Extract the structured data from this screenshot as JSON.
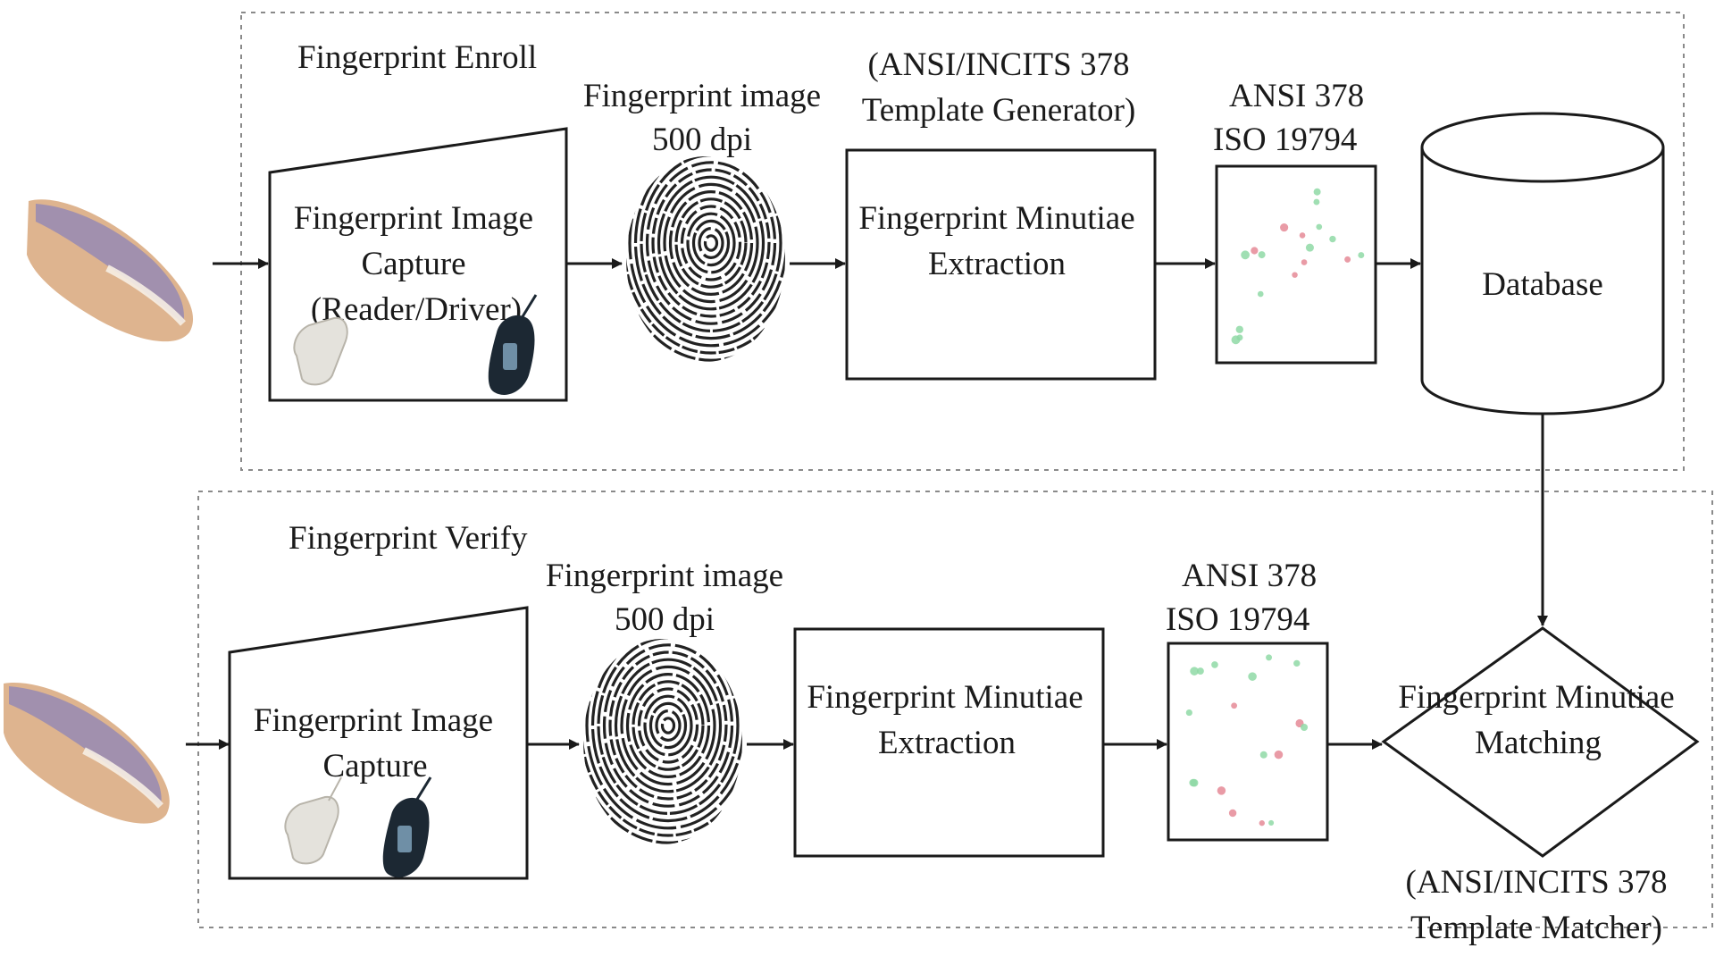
{
  "enroll": {
    "section_title": "Fingerprint Enroll",
    "capture_label": [
      "Fingerprint Image",
      "Capture",
      "(Reader/Driver)"
    ],
    "image_label": [
      "Fingerprint image",
      "500 dpi"
    ],
    "generator_label": [
      "(ANSI/INCITS 378",
      "Template Generator)"
    ],
    "extraction_label": [
      "Fingerprint Minutiae",
      "Extraction"
    ],
    "template_label": [
      "ANSI 378",
      "ISO 19794"
    ],
    "database_label": "Database"
  },
  "verify": {
    "section_title": "Fingerprint Verify",
    "capture_label": [
      "Fingerprint Image",
      "Capture"
    ],
    "image_label": [
      "Fingerprint image",
      "500 dpi"
    ],
    "extraction_label": [
      "Fingerprint Minutiae",
      "Extraction"
    ],
    "template_label": [
      "ANSI 378",
      "ISO 19794"
    ],
    "matching_label": [
      "Fingerprint Minutiae",
      "Matching"
    ],
    "matcher_label": [
      "(ANSI/INCITS 378",
      "Template Matcher)"
    ]
  },
  "colors": {
    "line": "#1a1a1a",
    "dashed_border": "#8a8a8a",
    "finger_skin": "#dcb089",
    "finger_nail": "#8c84b8",
    "minutia_green": "#8fd9a6",
    "minutia_red": "#e58a96",
    "reader_light": "#e4e2dc",
    "reader_dark": "#1c2833"
  },
  "icons": [
    "finger-icon",
    "fingerprint-reader-icon",
    "fingerprint-image-icon",
    "minutiae-map-icon"
  ]
}
